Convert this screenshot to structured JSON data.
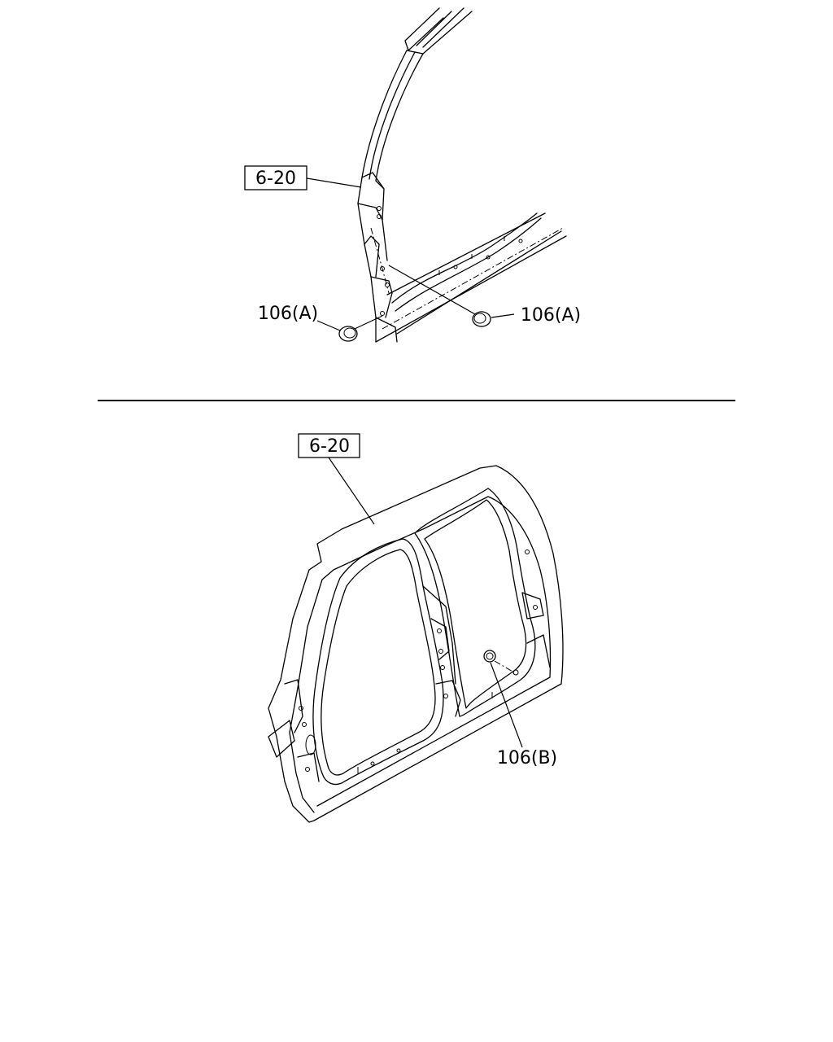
{
  "callouts": {
    "top_ref": "6-20",
    "top_left_part": "106(A)",
    "top_right_part": "106(A)",
    "bottom_ref": "6-20",
    "bottom_part": "106(B)"
  },
  "colors": {
    "ink": "#000000",
    "paper": "#ffffff"
  }
}
